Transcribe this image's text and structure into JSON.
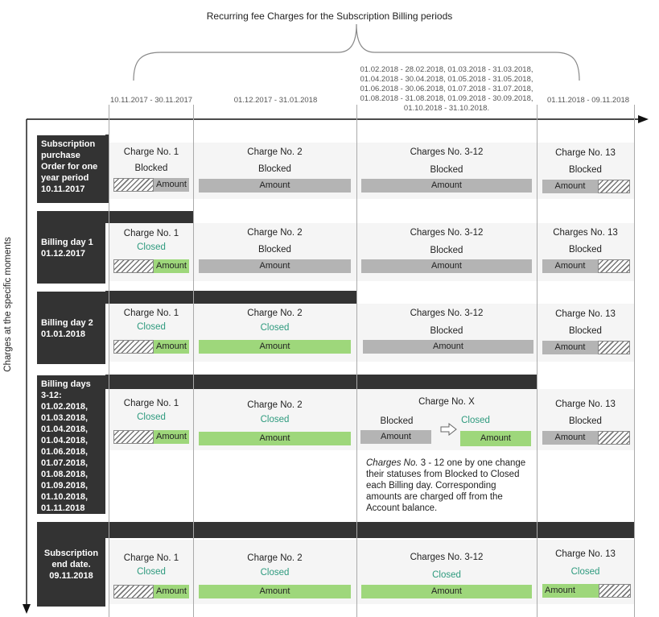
{
  "title": "Recurring fee Charges for the Subscription Billing periods",
  "y_axis_label": "Charges at the specific moments",
  "periods": {
    "p1": "10.11.2017 - 30.11.2017",
    "p2": "01.12.2017 - 31.01.2018",
    "p3_lines": [
      "01.02.2018 - 28.02.2018, 01.03.2018 - 31.03.2018,",
      "01.04.2018 - 30.04.2018, 01.05.2018 - 31.05.2018,",
      "01.06.2018 - 30.06.2018, 01.07.2018 - 31.07.2018,",
      "01.08.2018 - 31.08.2018, 01.09.2018 - 30.09.2018,",
      "01.10.2018 - 31.10.2018."
    ],
    "p4": "01.11.2018 - 09.11.2018"
  },
  "rows": [
    {
      "header": [
        "Subscription",
        "purchase",
        "Order for one",
        "year period",
        "10.11.2017"
      ],
      "c1": {
        "title": "Charge No. 1",
        "status": "Blocked",
        "amount": "Amount"
      },
      "c2": {
        "title": "Charge No. 2",
        "status": "Blocked",
        "amount": "Amount"
      },
      "c3": {
        "title": "Charges No. 3-12",
        "status": "Blocked",
        "amount": "Amount"
      },
      "c4": {
        "title": "Charge No. 13",
        "status": "Blocked",
        "amount": "Amount"
      }
    },
    {
      "header": [
        "Billing day 1",
        "01.12.2017"
      ],
      "c1": {
        "title": "Charge No. 1",
        "status": "Closed",
        "amount": "Amount"
      },
      "c2": {
        "title": "Charge No. 2",
        "status": "Blocked",
        "amount": "Amount"
      },
      "c3": {
        "title": "Charges No. 3-12",
        "status": "Blocked",
        "amount": "Amount"
      },
      "c4": {
        "title": "Charges No. 13",
        "status": "Blocked",
        "amount": "Amount"
      }
    },
    {
      "header": [
        "Billing day 2",
        "01.01.2018"
      ],
      "c1": {
        "title": "Charge No. 1",
        "status": "Closed",
        "amount": "Amount"
      },
      "c2": {
        "title": "Charge No. 2",
        "status": "Closed",
        "amount": "Amount"
      },
      "c3": {
        "title": "Charges No. 3-12",
        "status": "Blocked",
        "amount": "Amount"
      },
      "c4": {
        "title": "Charge No. 13",
        "status": "Blocked",
        "amount": "Amount"
      }
    },
    {
      "header": [
        "Billing days",
        "3-12:",
        "01.02.2018,",
        "01.03.2018,",
        "01.04.2018,",
        "01.04.2018,",
        "01.06.2018,",
        "01.07.2018,",
        "01.08.2018,",
        "01.09.2018,",
        "01.10.2018,",
        "01.11.2018"
      ],
      "c1": {
        "title": "Charge No. 1",
        "status": "Closed",
        "amount": "Amount"
      },
      "c2": {
        "title": "Charge No. 2",
        "status": "Closed",
        "amount": "Amount"
      },
      "c3": {
        "title": "Charge No. X",
        "status_from": "Blocked",
        "status_to": "Closed",
        "amount_from": "Amount",
        "amount_to": "Amount",
        "note_italic": "Charges No.",
        "note_rest": " 3 - 12 one by one change their statuses  from Blocked to Closed each Billing day. Corresponding amounts are charged off from the Account balance."
      },
      "c4": {
        "title": "Charge No. 13",
        "status": "Blocked",
        "amount": "Amount"
      }
    },
    {
      "header": [
        "Subscription",
        "end date.",
        "09.11.2018"
      ],
      "c1": {
        "title": "Charge No. 1",
        "status": "Closed",
        "amount": "Amount"
      },
      "c2": {
        "title": "Charge No. 2",
        "status": "Closed",
        "amount": "Amount"
      },
      "c3": {
        "title": "Charges No. 3-12",
        "status": "Closed",
        "amount": "Amount"
      },
      "c4": {
        "title": "Charge No. 13",
        "status": "Closed",
        "amount": "Amount"
      }
    }
  ],
  "colors": {
    "closed_text": "#2e9a7e",
    "paid_bar": "#9ed77b",
    "blocked_bar": "#b4b4b4",
    "header_bg": "#333333"
  }
}
